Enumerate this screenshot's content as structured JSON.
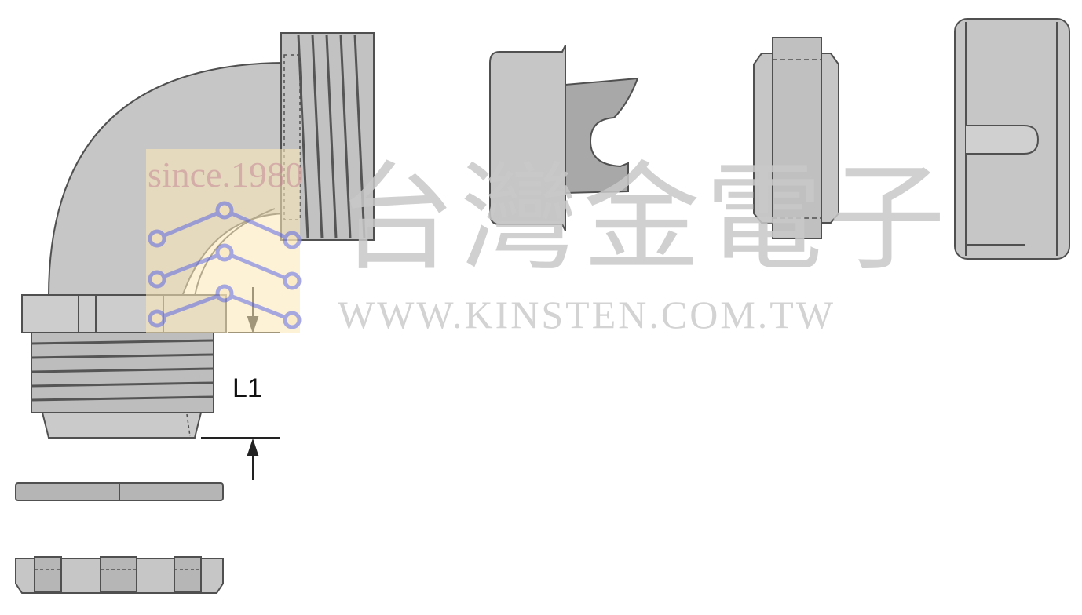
{
  "drawing": {
    "dimension_label": "L1"
  },
  "watermark": {
    "chinese_name": "台灣金電子",
    "website": "WWW.KINSTEN.COM.TW",
    "since": "since.1980"
  },
  "colors": {
    "part_fill": "#c6c6c6",
    "part_dark": "#a9a9a9",
    "outline": "#505050",
    "logo_bg": "#fbe7b8",
    "logo_nodes": "#8f8fd8"
  }
}
